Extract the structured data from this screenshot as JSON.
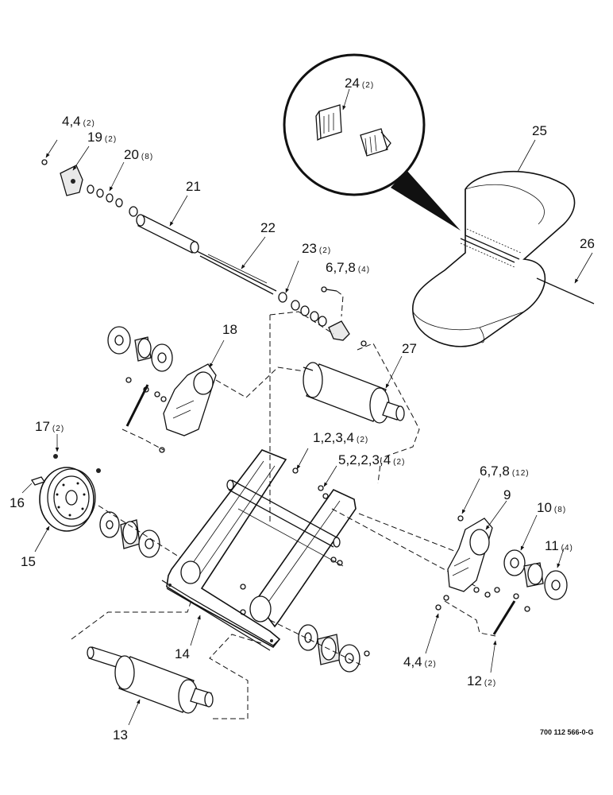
{
  "diagram": {
    "drawing_number": "700 112 566-0-G",
    "callouts": [
      {
        "id": "c1",
        "num": "4,4",
        "qty": "(2)"
      },
      {
        "id": "c2",
        "num": "19",
        "qty": "(2)"
      },
      {
        "id": "c3",
        "num": "20",
        "qty": "(8)"
      },
      {
        "id": "c4",
        "num": "21",
        "qty": ""
      },
      {
        "id": "c5",
        "num": "22",
        "qty": ""
      },
      {
        "id": "c6",
        "num": "23",
        "qty": "(2)"
      },
      {
        "id": "c7",
        "num": "6,7,8",
        "qty": "(4)"
      },
      {
        "id": "c8",
        "num": "24",
        "qty": "(2)"
      },
      {
        "id": "c9",
        "num": "25",
        "qty": ""
      },
      {
        "id": "c10",
        "num": "26",
        "qty": ""
      },
      {
        "id": "c11",
        "num": "18",
        "qty": ""
      },
      {
        "id": "c12",
        "num": "27",
        "qty": ""
      },
      {
        "id": "c13",
        "num": "17",
        "qty": "(2)"
      },
      {
        "id": "c14",
        "num": "16",
        "qty": ""
      },
      {
        "id": "c15",
        "num": "15",
        "qty": ""
      },
      {
        "id": "c16",
        "num": "1,2,3,4",
        "qty": "(2)"
      },
      {
        "id": "c17",
        "num": "5,2,2,3,4",
        "qty": "(2)"
      },
      {
        "id": "c18",
        "num": "6,7,8",
        "qty": "(12)"
      },
      {
        "id": "c19",
        "num": "9",
        "qty": ""
      },
      {
        "id": "c20",
        "num": "10",
        "qty": "(8)"
      },
      {
        "id": "c21",
        "num": "11",
        "qty": "(4)"
      },
      {
        "id": "c22",
        "num": "4,4",
        "qty": "(2)"
      },
      {
        "id": "c23",
        "num": "12",
        "qty": "(2)"
      },
      {
        "id": "c24",
        "num": "14",
        "qty": ""
      },
      {
        "id": "c25",
        "num": "13",
        "qty": ""
      }
    ]
  }
}
